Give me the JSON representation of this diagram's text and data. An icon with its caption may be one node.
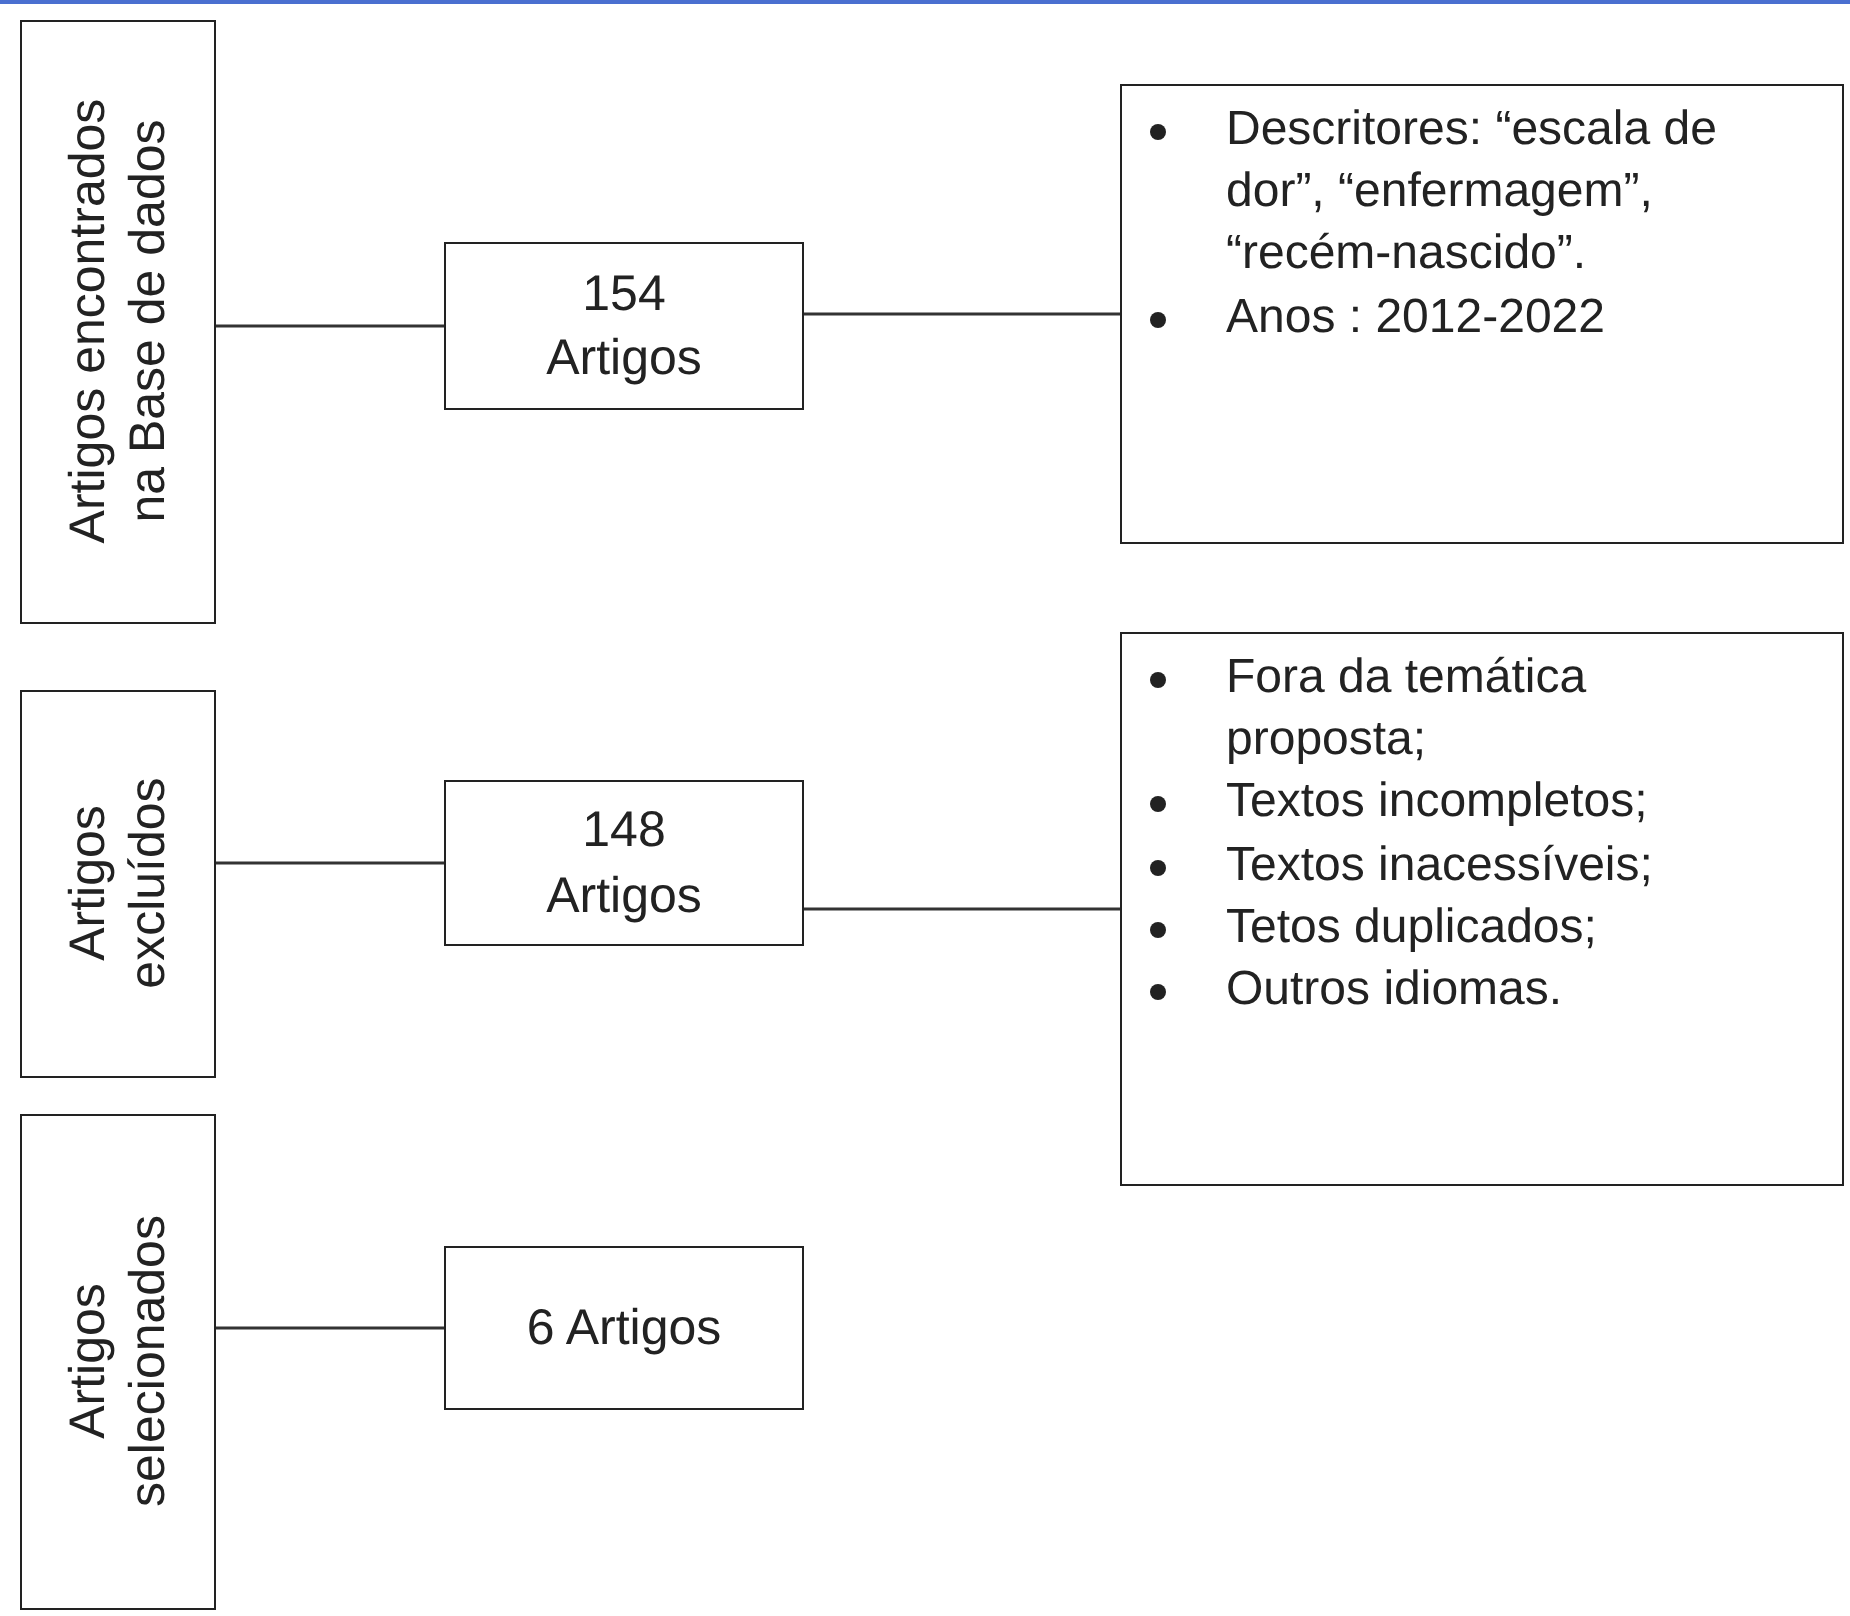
{
  "diagram": {
    "nodes": [
      {
        "text": [
          "Artigos encontrados na Base de dados"
        ]
      },
      {
        "text": [
          "154 Artigos"
        ]
      },
      {
        "text": [
          "Descritores: “escala de dor”, “enfermagem”, “recém-nascido”.",
          "Anos : 2012-2022"
        ]
      },
      {
        "text": [
          "Artigos excluídos"
        ]
      },
      {
        "text": [
          "148 Artigos"
        ]
      },
      {
        "text": [
          "Fora da temática proposta;",
          "Textos incompletos;",
          "Textos inacessíveis;",
          "Tetos duplicados;",
          "Outros idiomas."
        ]
      },
      {
        "text": [
          "Artigos selecionados"
        ]
      },
      {
        "text": [
          "6 Artigos"
        ]
      }
    ],
    "edges": [
      {
        "from": 0,
        "to": 1,
        "arrow": "none"
      },
      {
        "from": 1,
        "to": 2,
        "arrow": "none"
      },
      {
        "from": 3,
        "to": 4,
        "arrow": "none"
      },
      {
        "from": 4,
        "to": 5,
        "arrow": "none"
      },
      {
        "from": 6,
        "to": 7,
        "arrow": "none"
      }
    ]
  }
}
